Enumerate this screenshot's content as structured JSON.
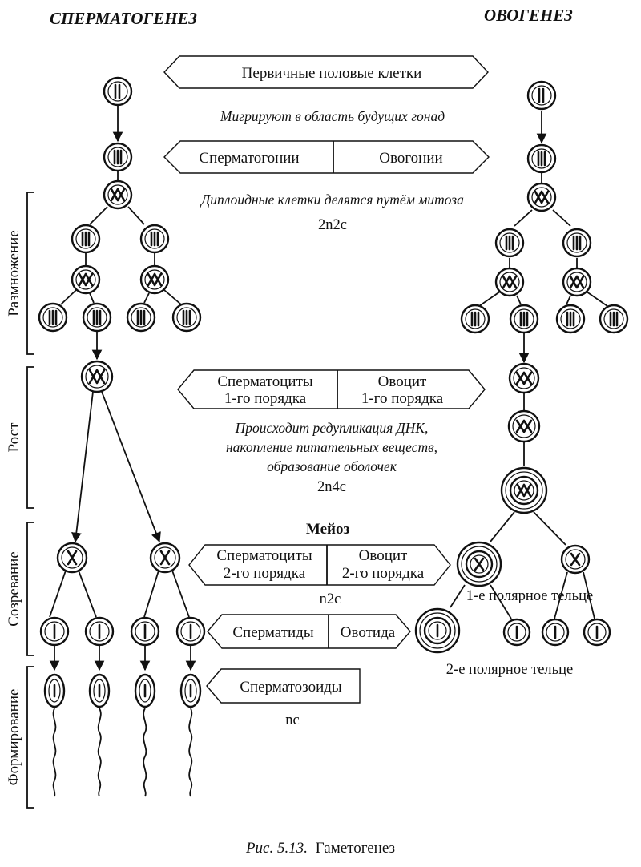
{
  "headers": {
    "left": "СПЕРМАТОГЕНЕЗ",
    "right": "ОВОГЕНЕЗ"
  },
  "stages": {
    "reproduction": "Размножение",
    "growth": "Рост",
    "maturation": "Созревание",
    "formation": "Формирование"
  },
  "boxes": {
    "primordial": "Первичные половые клетки",
    "spermatogonia": "Сперматогонии",
    "oogonia": "Овогонии",
    "spermatocyte1_l1": "Сперматоциты",
    "spermatocyte1_l2": "1-го порядка",
    "oocyte1_l1": "Овоцит",
    "oocyte1_l2": "1-го порядка",
    "spermatocyte2_l1": "Сперматоциты",
    "spermatocyte2_l2": "2-го порядка",
    "oocyte2_l1": "Овоцит",
    "oocyte2_l2": "2-го порядка",
    "spermatids": "Сперматиды",
    "ootid": "Овотида",
    "spermatozoa": "Сперматозоиды"
  },
  "notes": {
    "migrate": "Мигрируют в область будущих гонад",
    "mitosis": "Диплоидные клетки делятся путём митоза",
    "growth_l1": "Происходит редупликация ДНК,",
    "growth_l2": "накопление питательных веществ,",
    "growth_l3": "образование оболочек",
    "meiosis": "Мейоз",
    "polar1": "1-е полярное тельце",
    "polar2": "2-е полярное тельце"
  },
  "formulas": {
    "f1": "2n2c",
    "f2": "2n4c",
    "f3": "n2c",
    "f4": "nc"
  },
  "caption": {
    "label": "Рис. 5.13.",
    "title": "Гаметогенез"
  }
}
